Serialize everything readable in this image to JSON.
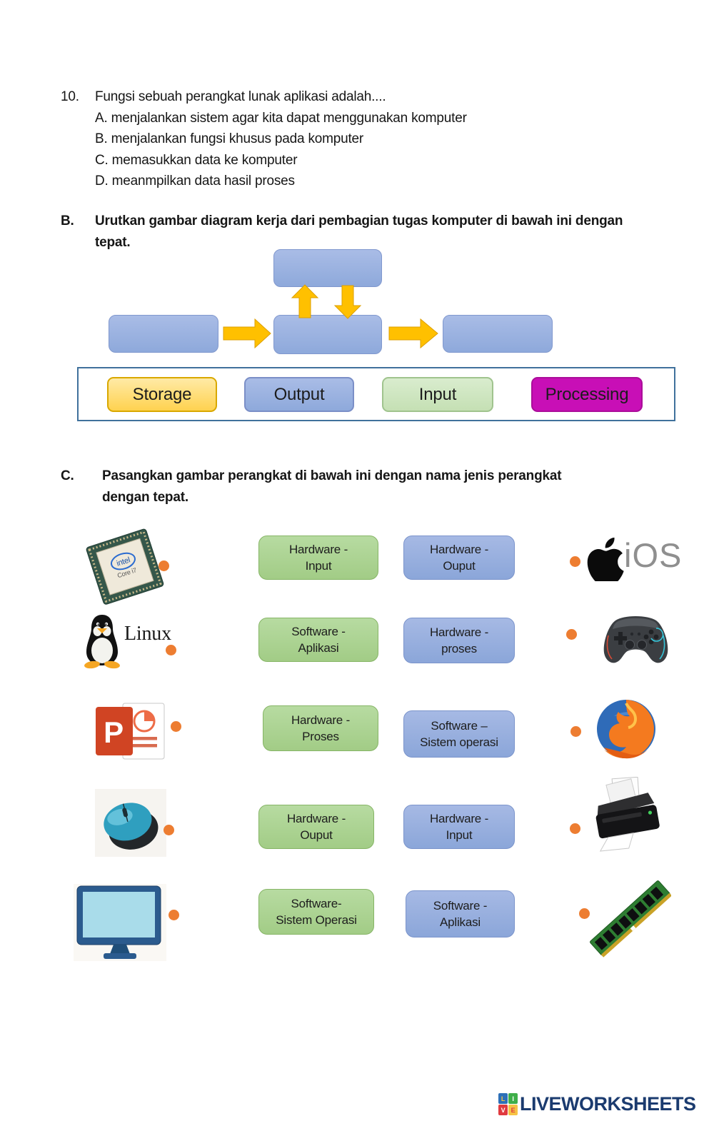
{
  "question10": {
    "number": "10.",
    "text": "Fungsi sebuah perangkat lunak aplikasi adalah....",
    "options": [
      "A. menjalankan sistem agar kita dapat menggunakan komputer",
      "B. menjalankan fungsi khusus pada komputer",
      "C. memasukkan data ke komputer",
      "D. meanmpilkan data hasil proses"
    ]
  },
  "section_b": {
    "label": "B.",
    "title": "Urutkan gambar diagram kerja dari pembagian tugas komputer di bawah ini dengan tepat.",
    "answer_options": [
      {
        "label": "Storage",
        "color": "#FFD966"
      },
      {
        "label": "Output",
        "color": "#8FAADC"
      },
      {
        "label": "Input",
        "color": "#C5E0B4"
      },
      {
        "label": "Processing",
        "color": "#C80FB6"
      }
    ]
  },
  "section_c": {
    "label": "C.",
    "title": "Pasangkan gambar perangkat di bawah ini dengan nama jenis perangkat dengan tepat."
  },
  "match_rows": [
    {
      "left_image": "intel-cpu-chip",
      "green_line1": "Hardware -",
      "green_line2": "Input",
      "blue_line1": "Hardware -",
      "blue_line2": "Ouput",
      "right_image": "apple-ios-logo",
      "right_caption": "iOS"
    },
    {
      "left_image": "linux-tux",
      "left_caption": "Linux",
      "green_line1": "Software -",
      "green_line2": "Aplikasi",
      "blue_line1": "Hardware -",
      "blue_line2": "proses",
      "right_image": "game-controller"
    },
    {
      "left_image": "powerpoint-logo",
      "green_line1": "Hardware -",
      "green_line2": "Proses",
      "blue_line1": "Software –",
      "blue_line2": "Sistem operasi",
      "right_image": "firefox-logo"
    },
    {
      "left_image": "computer-mouse",
      "green_line1": "Hardware -",
      "green_line2": "Ouput",
      "blue_line1": "Hardware -",
      "blue_line2": "Input",
      "right_image": "printer"
    },
    {
      "left_image": "computer-monitor",
      "green_line1": "Software-",
      "green_line2": "Sistem Operasi",
      "blue_line1": "Software -",
      "blue_line2": "Aplikasi",
      "right_image": "ram-module"
    }
  ],
  "icons": {
    "cpu_brand": "intel",
    "cpu_model": "Core i7",
    "ppt_letter": "P"
  },
  "footer": {
    "logo_letters": [
      "L",
      "I",
      "V",
      "E"
    ],
    "brand": "LIVEWORKSHEETS"
  },
  "colors": {
    "dot_orange": "#ED7D31",
    "diagram_box_blue": "#8FAADC",
    "arrow_gold": "#FFC000",
    "match_green": "#A9D18E",
    "match_blue": "#8FAADC",
    "storage_gold": "#FFD966",
    "input_green": "#C5E0B4",
    "processing_magenta": "#C80FB6",
    "answer_bar_border": "#40719C",
    "brand_navy": "#1B3B6F"
  }
}
